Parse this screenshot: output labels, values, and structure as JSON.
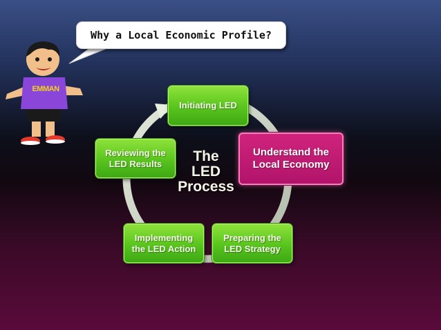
{
  "callout": {
    "text": "Why a Local Economic Profile?"
  },
  "mascot": {
    "shirt_text": "EMMAN"
  },
  "diagram": {
    "center": [
      "The",
      "LED",
      "Process"
    ],
    "steps": [
      {
        "lines": [
          "Initiating LED"
        ],
        "highlight": false
      },
      {
        "lines": [
          "Understand the",
          "Local Economy"
        ],
        "highlight": true
      },
      {
        "lines": [
          "Preparing the",
          "LED Strategy"
        ],
        "highlight": false
      },
      {
        "lines": [
          "Implementing",
          "the LED Action"
        ],
        "highlight": false
      },
      {
        "lines": [
          "Reviewing the",
          "LED Results"
        ],
        "highlight": false
      }
    ]
  },
  "colors": {
    "step": "#58c41d",
    "highlight": "#b1146a",
    "cycle": "#dfe8d8"
  }
}
